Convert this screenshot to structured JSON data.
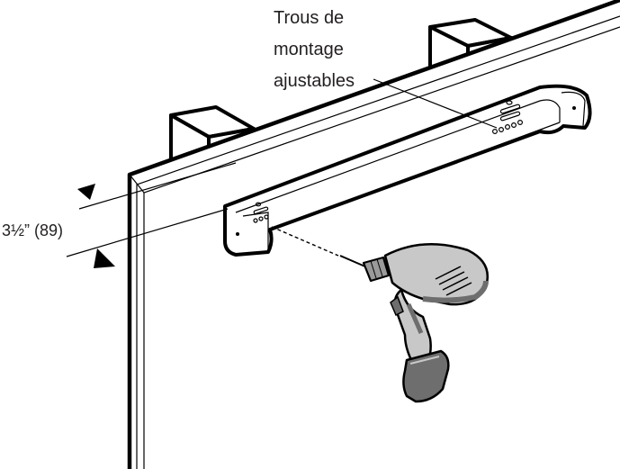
{
  "callout": {
    "lines": [
      "Trous de",
      "montage",
      "ajustables"
    ]
  },
  "dimension": {
    "label": "3½” (89)"
  },
  "colors": {
    "outline": "#000000",
    "text": "#231f20",
    "drill_light": "#c8c8c8",
    "drill_dark": "#6e6e6e"
  }
}
